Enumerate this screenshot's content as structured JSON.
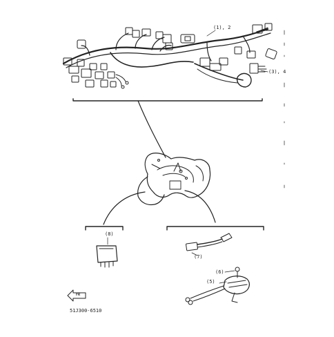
{
  "callouts": {
    "harness": "(1), 2",
    "relay_unit": "(3), 4",
    "flasher_relay": "(8)",
    "sub_harness": "(7)",
    "screw": "(6)",
    "horn": "(5)"
  },
  "fr_marker": "FR",
  "drawing_code": "51J300-6510"
}
